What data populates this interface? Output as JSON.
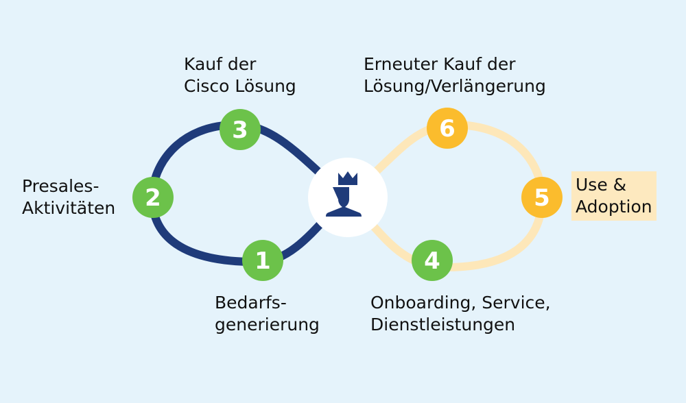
{
  "colors": {
    "left_loop": "#1f3b7a",
    "right_loop": "#fde7b9",
    "green": "#6cc24a",
    "yellow": "#fbbc2d",
    "background": "#e5f3fb"
  },
  "center_icon": "crowned-user-icon",
  "steps": [
    {
      "number": "1",
      "line1": "Bedarfs-",
      "line2": "generierung"
    },
    {
      "number": "2",
      "line1": "Presales-",
      "line2": "Aktivitäten"
    },
    {
      "number": "3",
      "line1": "Kauf der",
      "line2": "Cisco Lösung"
    },
    {
      "number": "4",
      "line1": "Onboarding, Service,",
      "line2": "Dienstleistungen"
    },
    {
      "number": "5",
      "line1": "Use &",
      "line2": "Adoption"
    },
    {
      "number": "6",
      "line1": "Erneuter Kauf der",
      "line2": "Lösung/Verlängerung"
    }
  ]
}
